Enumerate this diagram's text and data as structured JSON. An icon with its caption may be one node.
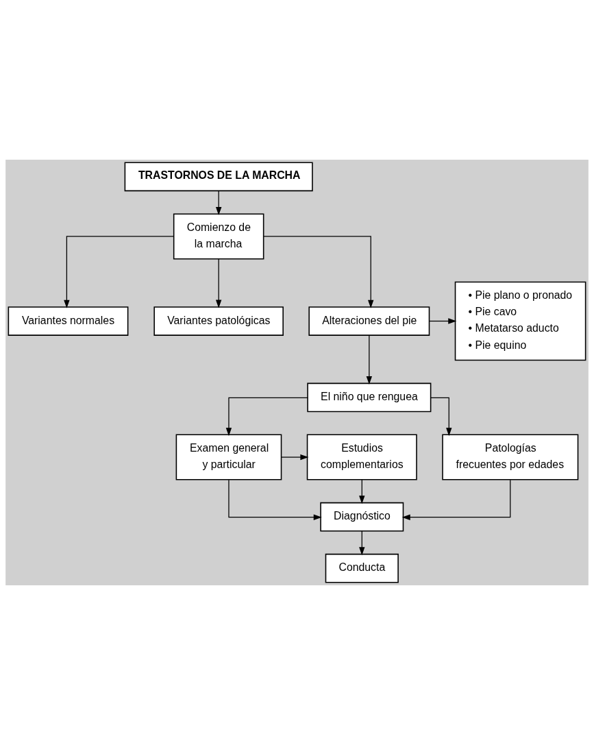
{
  "diagram": {
    "nodes": [
      {
        "text": [
          "TRASTORNOS DE LA MARCHA"
        ]
      },
      {
        "text": [
          "Comienzo de la marcha"
        ]
      },
      {
        "text": [
          "Variantes normales"
        ]
      },
      {
        "text": [
          "Variantes patológicas"
        ]
      },
      {
        "text": [
          "Alteraciones del pie"
        ]
      },
      {
        "text": [
          "• Pie plano o pronado",
          "• Pie cavo",
          "• Metatarso aducto",
          "• Pie equino"
        ]
      },
      {
        "text": [
          "El niño que renguea"
        ]
      },
      {
        "text": [
          "Examen general y particular"
        ]
      },
      {
        "text": [
          "Estudios complementarios"
        ]
      },
      {
        "text": [
          "Patologías frecuentes por edades"
        ]
      },
      {
        "text": [
          "Diagnóstico"
        ]
      },
      {
        "text": [
          "Conducta"
        ]
      }
    ],
    "edges": [
      {
        "from": 0,
        "to": 1,
        "arrow": "to"
      },
      {
        "from": 1,
        "to": 2,
        "arrow": "to"
      },
      {
        "from": 1,
        "to": 3,
        "arrow": "to"
      },
      {
        "from": 1,
        "to": 4,
        "arrow": "to"
      },
      {
        "from": 4,
        "to": 5,
        "arrow": "to"
      },
      {
        "from": 4,
        "to": 6,
        "arrow": "to"
      },
      {
        "from": 6,
        "to": 7,
        "arrow": "to"
      },
      {
        "from": 6,
        "to": 9,
        "arrow": "to"
      },
      {
        "from": 7,
        "to": 8,
        "arrow": "to"
      },
      {
        "from": 7,
        "to": 10,
        "arrow": "to"
      },
      {
        "from": 8,
        "to": 10,
        "arrow": "to"
      },
      {
        "from": 9,
        "to": 10,
        "arrow": "to"
      },
      {
        "from": 10,
        "to": 11,
        "arrow": "to"
      }
    ]
  }
}
